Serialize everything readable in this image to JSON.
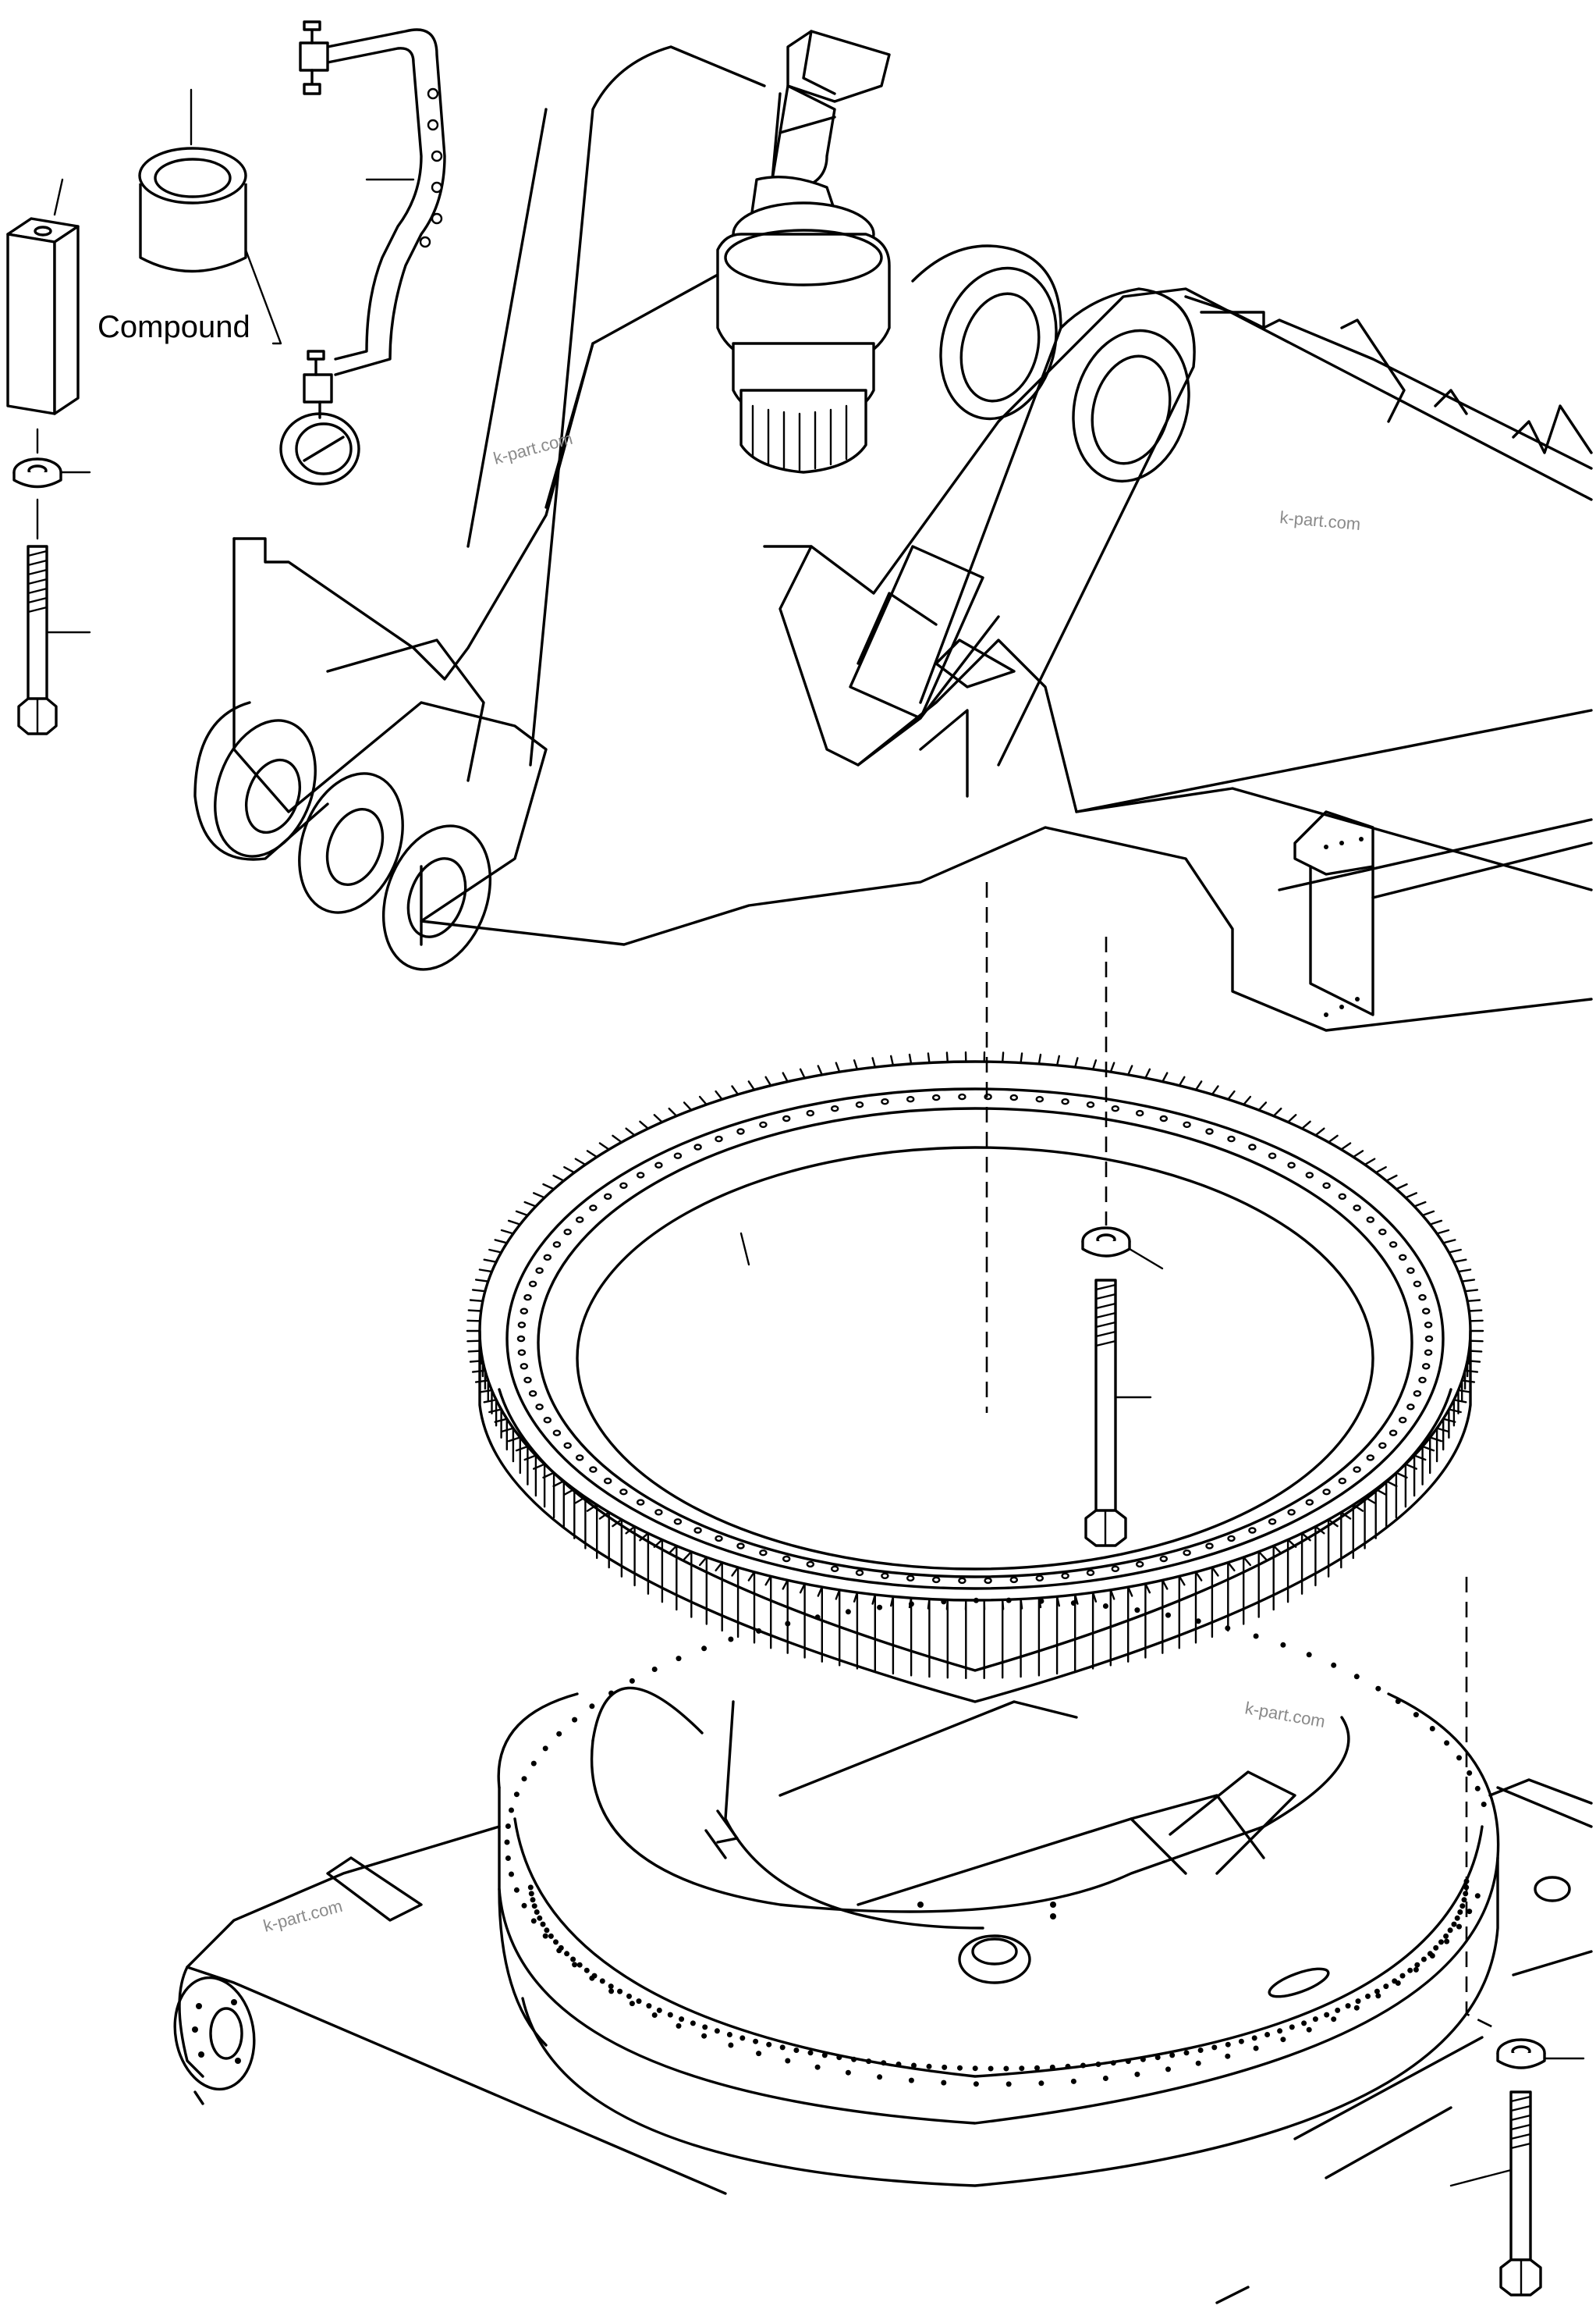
{
  "labels": {
    "compound": "Compound"
  },
  "watermarks": [
    "k-part.com",
    "k-part.com",
    "k-part.com",
    "k-part.com"
  ],
  "icons": {
    "pump": "swing-motor-icon",
    "gear": "swing-ring-gear-icon",
    "bolt": "bolt-icon",
    "washer": "washer-icon",
    "spacer": "square-spacer-icon",
    "cup": "compound-cup-icon",
    "pipe": "grease-pipe-icon"
  }
}
